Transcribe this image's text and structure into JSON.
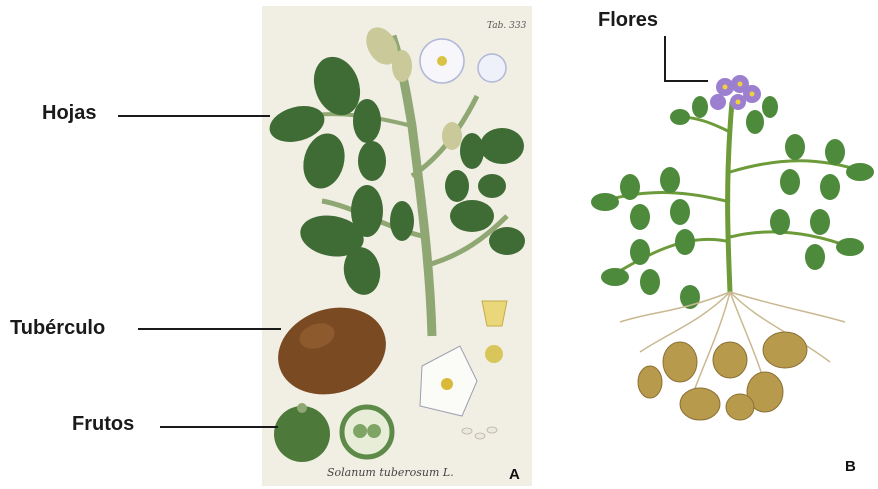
{
  "labels": {
    "leaves": "Hojas",
    "tuber": "Tubérculo",
    "fruits": "Frutos",
    "flowers": "Flores"
  },
  "panels": {
    "a": "A",
    "b": "B"
  },
  "plate": {
    "plate_number": "Tab. 333",
    "caption": "Solanum tuberosum L."
  },
  "colors": {
    "leaf_dark": "#3f6b35",
    "leaf_light": "#4e8a3c",
    "stem": "#8fa873",
    "tuber": "#7a4a22",
    "fruit": "#4d7a3a",
    "flower_purple": "#9d7fd0",
    "paper": "#f1eee3"
  }
}
